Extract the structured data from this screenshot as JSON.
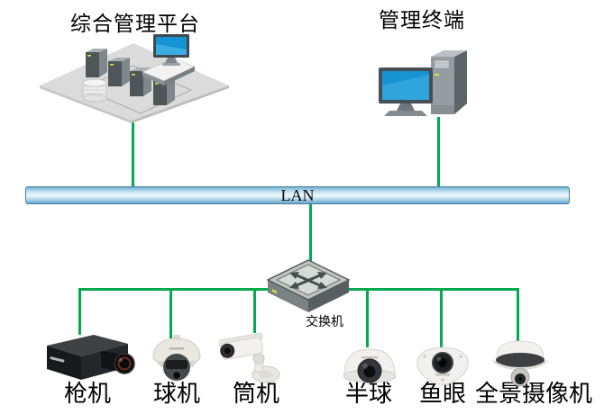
{
  "diagram": {
    "platform": {
      "label": "综合管理平台"
    },
    "terminal": {
      "label": "管理终端"
    },
    "lan": {
      "label": "LAN"
    },
    "switch": {
      "label": "交换机"
    },
    "cameras": [
      {
        "label": "枪机"
      },
      {
        "label": "球机"
      },
      {
        "label": "筒机"
      },
      {
        "label": "半球"
      },
      {
        "label": "鱼眼"
      },
      {
        "label": "全景摄像机"
      }
    ],
    "colors": {
      "connector": "#00AB50",
      "lan_fill": "#A9D3E9",
      "lan_border": "#4E82A4",
      "label_text": "#000000"
    }
  }
}
